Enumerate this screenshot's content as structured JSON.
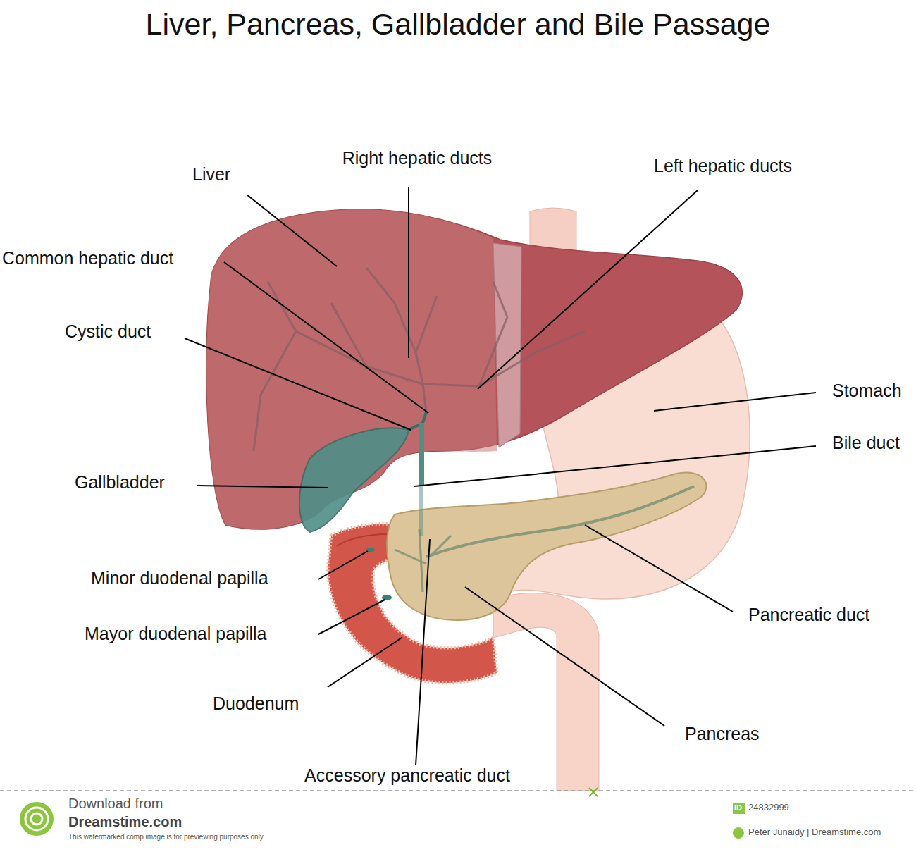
{
  "diagram": {
    "title": "Liver, Pancreas, Gallbladder and Bile Passage",
    "labels": [
      "Liver",
      "Right hepatic ducts",
      "Left hepatic ducts",
      "Common hepatic duct",
      "Cystic duct",
      "Stomach",
      "Bile duct",
      "Gallbladder",
      "Minor duodenal papilla",
      "Pancreatic duct",
      "Mayor duodenal papilla",
      "Duodenum",
      "Pancreas",
      "Accessory pancreatic duct",
      "Download from",
      "Dreamstime.com",
      "This watermarked comp image is for previewing purposes only.",
      "ID",
      "24832999",
      "Peter Junaidy | Dreamstime.com"
    ]
  }
}
